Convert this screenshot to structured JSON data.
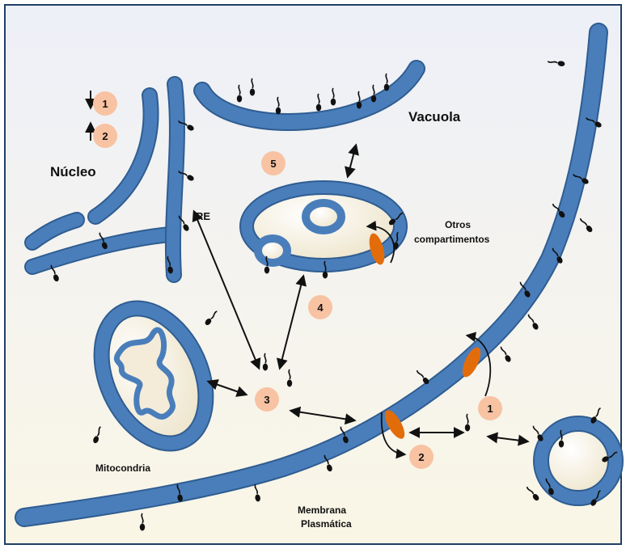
{
  "labels": {
    "nucleus": "Núcleo",
    "er": "RE",
    "vacuole": "Vacuola",
    "other_compartments_1": "Otros",
    "other_compartments_2": "compartimentos",
    "mitochondria": "Mitocondria",
    "plasma_membrane_1": "Membrana",
    "plasma_membrane_2": "Plasmática"
  },
  "legend": {
    "item1": "1",
    "item2": "2"
  },
  "steps": {
    "s1": "1",
    "s2": "2",
    "s3": "3",
    "s4": "4",
    "s5": "5"
  },
  "colors": {
    "membrane": "#4a7ebb",
    "membrane_edge": "#2f5d91",
    "badge": "#f8c3a3",
    "transporter": "#e36c0a",
    "background_top": "#eef0f8",
    "background_bottom": "#faf6e6",
    "frame": "#1f3f66"
  },
  "icons": {
    "protein_marker": "lipid-anchored-protein-icon",
    "transporter": "orange-channel-icon"
  }
}
